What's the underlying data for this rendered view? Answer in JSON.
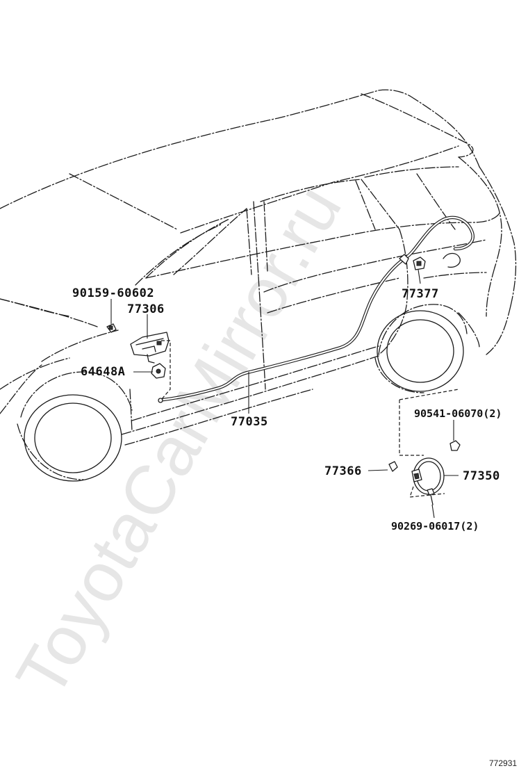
{
  "watermark": {
    "text": "ToyotaCarMirror.ru"
  },
  "parts": {
    "bolt_90159": "90159-60602",
    "lever_77306": "77306",
    "switch_64648a": "64648A",
    "cable_77035": "77035",
    "lock_77377": "77377",
    "nut_90541": "90541-06070(2)",
    "hinge_77366": "77366",
    "lid_77350": "77350",
    "screw_90269": "90269-06017(2)"
  },
  "drawing_number": "772931"
}
